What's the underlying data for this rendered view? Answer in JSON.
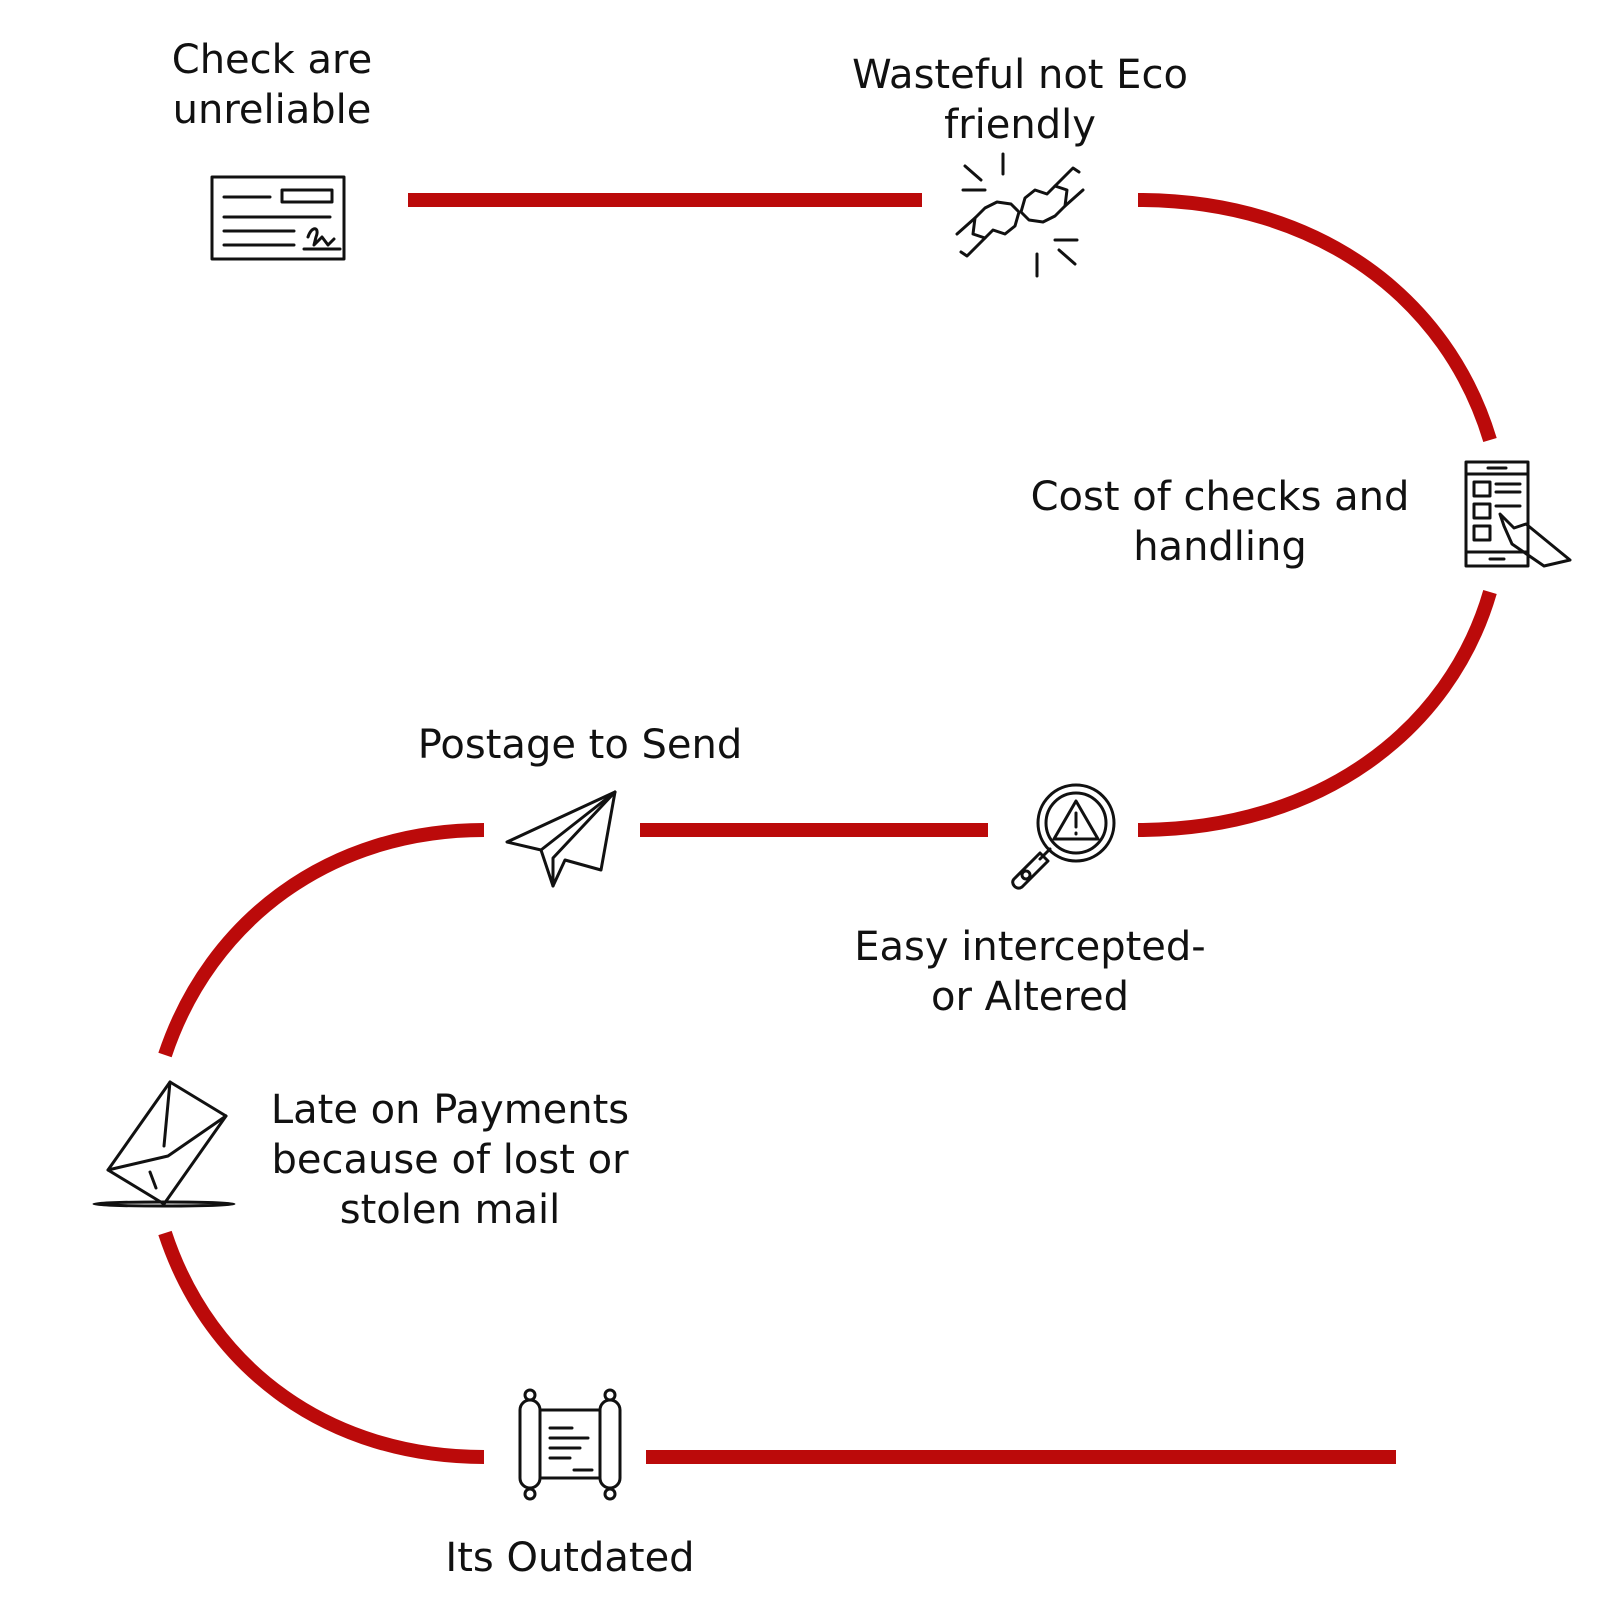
{
  "colors": {
    "path": "#BB0A0A",
    "text": "#111111",
    "background": "#FFFFFF"
  },
  "steps": [
    {
      "icon": "bank-check-icon",
      "lines": [
        "Check are",
        "unreliable"
      ]
    },
    {
      "icon": "fist-bump-icon",
      "lines": [
        "Wasteful not Eco",
        "friendly"
      ]
    },
    {
      "icon": "mobile-tap-icon",
      "lines": [
        "Cost of checks and",
        "handling"
      ]
    },
    {
      "icon": "magnifier-warning-icon",
      "lines": [
        "Easy intercepted-",
        "or Altered"
      ]
    },
    {
      "icon": "paper-plane-icon",
      "lines": [
        "Postage to Send"
      ]
    },
    {
      "icon": "envelope-icon",
      "lines": [
        "Late on Payments",
        "because of lost or",
        "stolen  mail"
      ]
    },
    {
      "icon": "scroll-icon",
      "lines": [
        "Its Outdated"
      ]
    }
  ]
}
